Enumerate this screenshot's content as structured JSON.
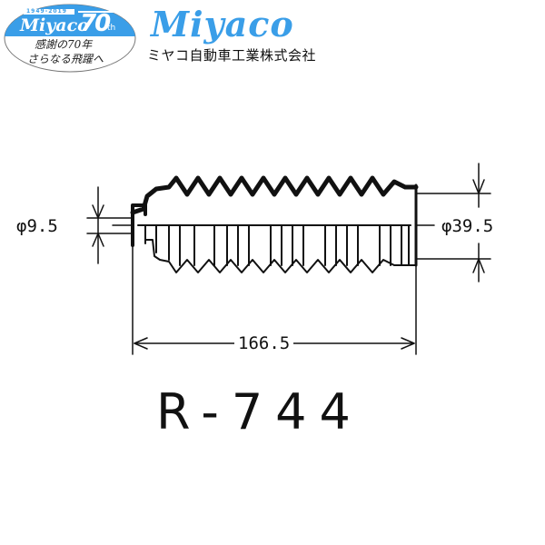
{
  "logo_badge": {
    "years": "1949-2019",
    "brand": "Miyaco",
    "anniversary_number": "70",
    "anniversary_suffix": "th",
    "slogan_line1": "感謝の70年",
    "slogan_line2": "さらなる飛躍へ",
    "colors": {
      "blue": "#3a9ee8",
      "text": "#222222"
    }
  },
  "brand": {
    "name": "Miyaco",
    "company": "ミヤコ自動車工業株式会社",
    "color": "#3a9ee8"
  },
  "drawing": {
    "part_type": "boot (bellows)",
    "dimensions": {
      "small_diameter": "φ9.5",
      "large_diameter": "φ39.5",
      "length": "166.5"
    },
    "part_number": "R-744"
  }
}
